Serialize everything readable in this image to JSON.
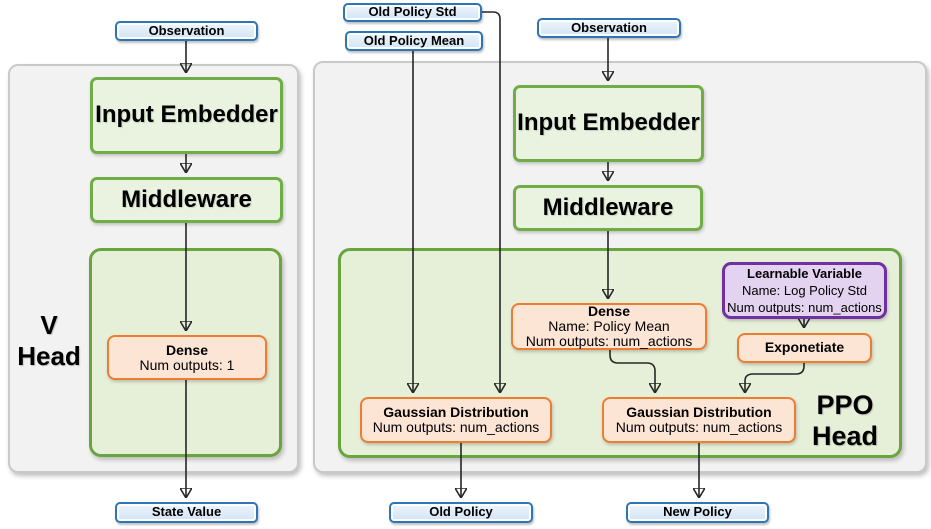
{
  "colors": {
    "blue_border": "#2E75B6",
    "blue_fill": "#DDEBF7",
    "green_border": "#70AD47",
    "green_fill": "#E9F3E0",
    "head_container_fill": "#E6F0D9",
    "orange_border": "#ED7D31",
    "orange_fill": "#FCE5D5",
    "purple_border": "#7030A0",
    "purple_fill": "#E3D3F0",
    "panel_fill": "#F2F2F2",
    "panel_border": "#C9C9C9",
    "connector": "#262626"
  },
  "v_head": {
    "label_line1": "V",
    "label_line2": "Head",
    "observation": "Observation",
    "input_embedder": "Input Embedder",
    "middleware": "Middleware",
    "dense_title": "Dense",
    "dense_line1": "Num outputs: 1",
    "output": "State Value"
  },
  "ppo_head": {
    "label_line1": "PPO",
    "label_line2": "Head",
    "old_policy_std": "Old Policy Std",
    "old_policy_mean": "Old Policy Mean",
    "observation": "Observation",
    "input_embedder": "Input Embedder",
    "middleware": "Middleware",
    "dense_title": "Dense",
    "dense_line1": "Name: Policy Mean",
    "dense_line2": "Num outputs: num_actions",
    "learnable_title": "Learnable Variable",
    "learnable_line1": "Name: Log Policy Std",
    "learnable_line2": "Num outputs: num_actions",
    "exponetiate": "Exponetiate",
    "gaussian_old_title": "Gaussian Distribution",
    "gaussian_old_line1": "Num outputs: num_actions",
    "gaussian_new_title": "Gaussian Distribution",
    "gaussian_new_line1": "Num outputs: num_actions",
    "output_old": "Old Policy",
    "output_new": "New Policy"
  }
}
